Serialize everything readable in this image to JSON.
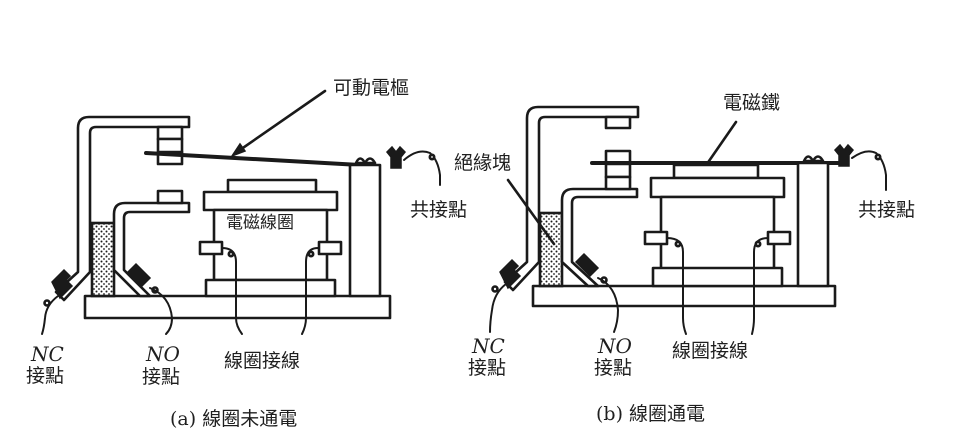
{
  "figure": {
    "title": "Relay operation diagram",
    "panels": [
      {
        "id": "a",
        "caption_prefix": "(a)",
        "caption_text": "線圈未通電",
        "state": "de-energized",
        "labels": {
          "armature": "可動電樞",
          "coil": "電磁線圈",
          "common_contact": "共接點",
          "nc_abbr": "NC",
          "nc_contact": "接點",
          "no_abbr": "NO",
          "no_contact": "接點",
          "coil_leads": "線圈接線"
        }
      },
      {
        "id": "b",
        "caption_prefix": "(b)",
        "caption_text": "線圈通電",
        "state": "energized",
        "labels": {
          "insulator": "絕緣塊",
          "electromagnet": "電磁鐵",
          "common_contact": "共接點",
          "nc_abbr": "NC",
          "nc_contact": "接點",
          "no_abbr": "NO",
          "no_contact": "接點",
          "coil_leads": "線圈接線"
        }
      }
    ]
  },
  "colors": {
    "ink": "#1a1a1a",
    "paper": "#ffffff"
  }
}
